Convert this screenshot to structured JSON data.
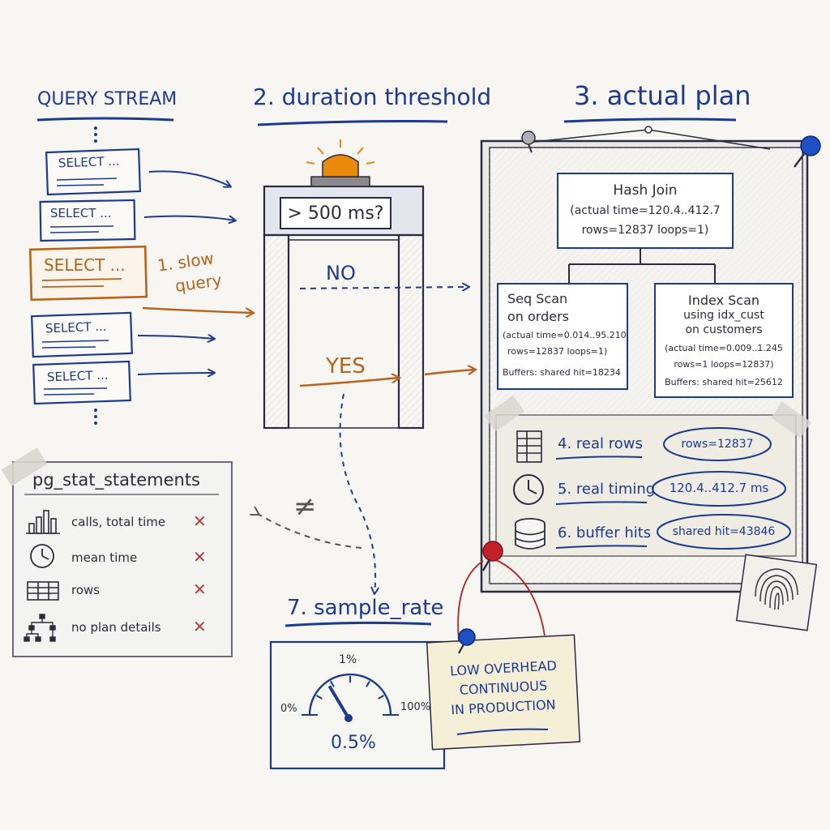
{
  "colors": {
    "navy": "#1e3a8f",
    "orange": "#b8621a",
    "red": "#c0392b",
    "ink": "#2c2c3a",
    "paper": "#f7f6f2",
    "pin_blue": "#1f4fc4",
    "pin_red": "#c4202a"
  },
  "stream": {
    "title": "QUERY STREAM",
    "select_label": "SELECT ...",
    "slow_select_label": "SELECT ...",
    "slow_note_line1": "1. slow",
    "slow_note_line2": "query"
  },
  "threshold": {
    "title": "2. duration threshold",
    "condition": "> 500 ms?",
    "no_label": "NO",
    "yes_label": "YES"
  },
  "plan": {
    "title": "3. actual plan",
    "root": {
      "line1": "Hash Join",
      "line2": "(actual time=120.4..412.7",
      "line3": "rows=12837 loops=1)"
    },
    "left": {
      "line1": "Seq Scan",
      "line2": "on orders",
      "line3": "(actual time=0.014..95.210",
      "line4": "rows=12837 loops=1)",
      "line5": "Buffers: shared hit=18234"
    },
    "right": {
      "line1": "Index Scan",
      "line2": "using idx_cust",
      "line3": "on customers",
      "line4": "(actual time=0.009..1.245",
      "line5": "rows=1 loops=12837)",
      "line6": "Buffers: shared hit=25612"
    }
  },
  "metrics": [
    {
      "icon": "table-icon",
      "label": "4. real rows",
      "value": "rows=12837"
    },
    {
      "icon": "clock-icon",
      "label": "5. real timing",
      "value": "120.4..412.7 ms"
    },
    {
      "icon": "database-icon",
      "label": "6. buffer hits",
      "value": "shared hit=43846"
    }
  ],
  "stat_statements": {
    "title": "pg_stat_statements",
    "items": [
      {
        "icon": "bar-chart-icon",
        "label": "calls, total time",
        "mark": "✕"
      },
      {
        "icon": "clock-icon",
        "label": "mean time",
        "mark": "✕"
      },
      {
        "icon": "table-icon",
        "label": "rows",
        "mark": "✕"
      },
      {
        "icon": "tree-icon",
        "label": "no plan details",
        "mark": "✕"
      }
    ],
    "not_equal": "≠"
  },
  "sample": {
    "title": "7. sample_rate",
    "gauge_min": "0%",
    "gauge_top": "1%",
    "gauge_max": "100%",
    "value": "0.5%",
    "value_fraction": 0.5
  },
  "note": {
    "line1": "LOW OVERHEAD",
    "line2": "CONTINUOUS",
    "line3": "IN PRODUCTION"
  }
}
